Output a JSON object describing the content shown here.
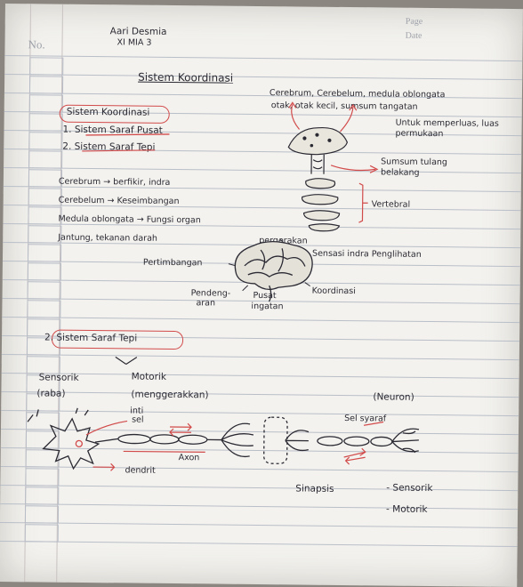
{
  "header": {
    "no_label": "No.",
    "page_label": "Page",
    "date_label": "Date",
    "name": "Aari Desmia",
    "class": "XI MIA 3"
  },
  "title": "Sistem Koordinasi",
  "left_notes": {
    "heading": "Sistem Koordinasi",
    "item1": "1. Sistem Saraf Pusat",
    "item2": "2. Sistem Saraf Tepi",
    "cerebrum": "Cerebrum → berfikir, indra",
    "cerebelum": "Cerebelum → Keseimbangan",
    "medula": "Medula oblongata → Fungsi organ",
    "jantung": "Jantung, tekanan darah"
  },
  "brain_top": {
    "line1": "Cerebrum, Cerebelum, medula oblongata",
    "line2": "otak, otak kecil, sumsum tangatan",
    "line3": "Untuk memperluas, luas",
    "line4": "permukaan",
    "sumsum1": "Sumsum tulang",
    "sumsum2": "belakang",
    "vertebral": "Vertebral"
  },
  "brain_labels": {
    "pergerakan": "pergerakan",
    "sensasi": "Sensasi indra Penglihatan",
    "pertimbangan": "Pertimbangan",
    "pendengaran1": "Pendeng-",
    "pendengaran2": "aran",
    "pusat1": "Pusat",
    "pusat2": "ingatan",
    "koordinasi": "Koordinasi"
  },
  "tepi": {
    "heading": "2. Sistem Saraf Tepi",
    "sensorik": "Sensorik",
    "motorik": "Motorik",
    "raba": "(raba)",
    "menggerakkan": "(menggerakkan)",
    "neuron": "(Neuron)"
  },
  "neuron_labels": {
    "inti1": "inti",
    "inti2": "sel",
    "sel_syaraf": "Sel syaraf",
    "axon": "Axon",
    "dendrit": "dendrit"
  },
  "sinapsis": {
    "label": "Sinapsis",
    "sensorik": "- Sensorik",
    "motorik": "- Motorik"
  }
}
